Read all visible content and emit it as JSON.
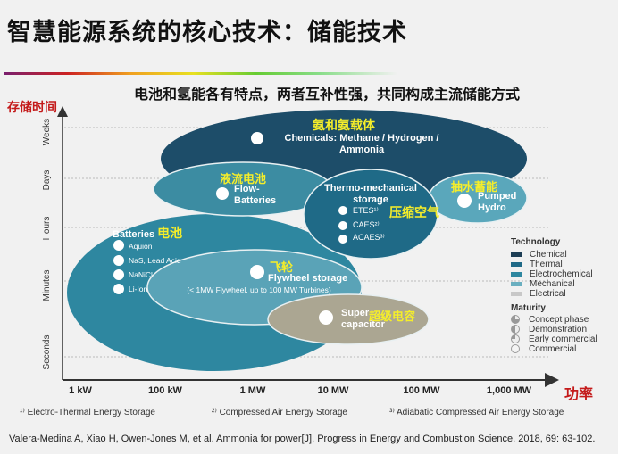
{
  "title": "智慧能源系统的核心技术：储能技术",
  "subtitle": "电池和氢能各有特点，两者互补性强，共同构成主流储能方式",
  "y_axis": {
    "label": "存储时间",
    "ticks": [
      "Weeks",
      "Days",
      "Hours",
      "Minutes",
      "Seconds"
    ]
  },
  "x_axis": {
    "label": "功率",
    "ticks": [
      "1 kW",
      "100 kW",
      "1 MW",
      "10 MW",
      "100 MW",
      "1,000 MW"
    ]
  },
  "bubbles": {
    "chemicals": {
      "cn": "氨和氨载体",
      "en1": "Chemicals: Methane / Hydrogen /",
      "en2": "Ammonia",
      "color": "#1d4d69"
    },
    "flow": {
      "cn": "液流电池",
      "en1": "Flow-",
      "en2": "Batteries",
      "color": "#3c8ca2"
    },
    "thermo": {
      "title1": "Thermo-mechanical",
      "title2": "storage",
      "cn": "压缩空气",
      "items": [
        "ETES¹⁾",
        "CAES²⁾",
        "ACAES³⁾"
      ],
      "color": "#1f6a87"
    },
    "pumped": {
      "cn": "抽水蓄能",
      "en1": "Pumped",
      "en2": "Hydro",
      "color": "#5aa7bb"
    },
    "batteries": {
      "en": "Batteries",
      "cn": "电池",
      "items": [
        "Aquion",
        "NaS, Lead Acid",
        "NaNiCl",
        "Li-Ion"
      ],
      "color": "#2e87a0"
    },
    "flywheel": {
      "cn": "飞轮",
      "en": "Flywheel storage",
      "note": "(< 1MW Flywheel, up to 100 MW Turbines)",
      "color": "#5aa3b7"
    },
    "supercap": {
      "en1": "Super",
      "en2": "capacitor",
      "cn": "超级电容",
      "color": "#aba692"
    }
  },
  "legend": {
    "technology_title": "Technology",
    "technology": [
      {
        "label": "Chemical",
        "color": "#1d3e55"
      },
      {
        "label": "Thermal",
        "color": "#1f6a87"
      },
      {
        "label": "Electrochemical",
        "color": "#2e87a0"
      },
      {
        "label": "Mechanical",
        "color": "#6aafc0"
      },
      {
        "label": "Electrical",
        "color": "#c8c8c8"
      }
    ],
    "maturity_title": "Maturity",
    "maturity": [
      "Concept phase",
      "Demonstration",
      "Early commercial",
      "Commercial"
    ]
  },
  "footnotes": [
    "¹⁾ Electro-Thermal Energy Storage",
    "²⁾ Compressed Air Energy Storage",
    "³⁾ Adiabatic Compressed Air Energy Storage"
  ],
  "reference": "Valera-Medina A, Xiao H, Owen-Jones M, et al. Ammonia for power[J]. Progress in Energy and Combustion Science, 2018, 69: 63-102."
}
